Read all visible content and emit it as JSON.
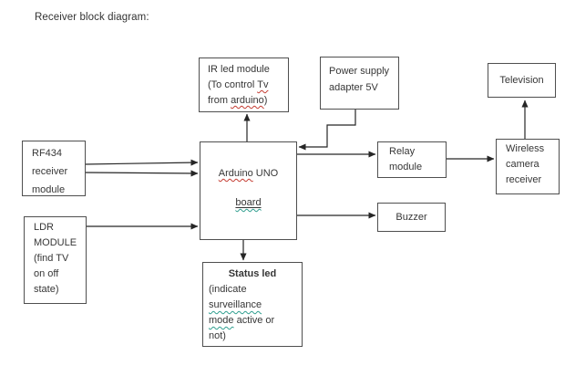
{
  "title": "Receiver block diagram:",
  "colors": {
    "background": "#ffffff",
    "box_border": "#4f4f4f",
    "text": "#363636",
    "arrow": "#262626",
    "spellcheck_red": "#c43b31",
    "grammar_green": "#2f9e8f"
  },
  "boxes": {
    "ir_led": {
      "line1": "IR led module",
      "line2_pre": "(To control ",
      "line2_misspelled": "Tv",
      "line3_pre": "from ",
      "line3_misspelled": "arduino",
      "line3_post": ")"
    },
    "power_supply": {
      "line1": "Power supply",
      "line2": "adapter 5V"
    },
    "television": {
      "line1": "Television"
    },
    "rf434": {
      "line1": "RF434",
      "line2": "receiver",
      "line3": "module"
    },
    "arduino": {
      "line1_misspelled": "Arduino",
      "line1_rest": " UNO",
      "line2_underlined": "board"
    },
    "relay": {
      "line1": "Relay",
      "line2": "module"
    },
    "wireless_camera": {
      "line1": "Wireless",
      "line2": "camera",
      "line3": "receiver"
    },
    "ldr": {
      "line1": "LDR",
      "line2": "MODULE",
      "line3": "(find TV",
      "line4": "on off",
      "line5": "state)"
    },
    "buzzer": {
      "line1": "Buzzer"
    },
    "status_led": {
      "title": "Status led",
      "line2": "(indicate",
      "line3_grammar": "surveillance",
      "line4_grammar": "mode",
      "line4_rest": " active or",
      "line5": "not)"
    }
  },
  "connections": [
    {
      "from": "rf434",
      "to": "arduino",
      "style": "double-line",
      "arrow": "right"
    },
    {
      "from": "ldr",
      "to": "arduino",
      "style": "line",
      "arrow": "right"
    },
    {
      "from": "arduino",
      "to": "ir_led",
      "style": "line",
      "arrow": "up"
    },
    {
      "from": "power_supply",
      "to": "arduino",
      "style": "elbow",
      "arrow": "left"
    },
    {
      "from": "arduino",
      "to": "relay",
      "style": "line",
      "arrow": "right"
    },
    {
      "from": "arduino",
      "to": "buzzer",
      "style": "line",
      "arrow": "right"
    },
    {
      "from": "arduino",
      "to": "status_led",
      "style": "line",
      "arrow": "down"
    },
    {
      "from": "relay",
      "to": "wireless_camera",
      "style": "line",
      "arrow": "right"
    },
    {
      "from": "wireless_camera",
      "to": "television",
      "style": "line",
      "arrow": "up"
    }
  ]
}
